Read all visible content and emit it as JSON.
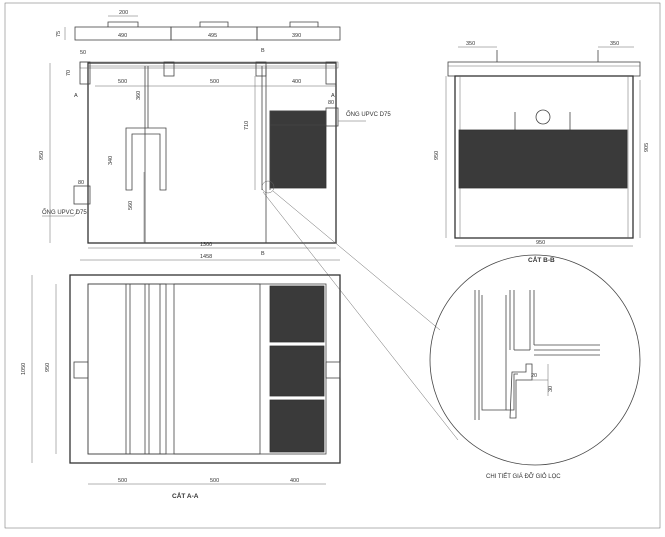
{
  "colors": {
    "paper": "#ffffff",
    "line": "#444444",
    "filter": "#3a3a3a"
  },
  "plan": {
    "caption": "CẮT A-A",
    "dims_bottom": [
      "500",
      "500",
      "400"
    ],
    "dim_outer": "1050",
    "dim_inner": "950"
  },
  "section_top": {
    "dims_lid": [
      "490",
      "495",
      "390"
    ],
    "dim_200": "200",
    "dim_75": "75",
    "dim_50": "50",
    "dim_70": "70",
    "dims_mid": [
      "500",
      "500",
      "400"
    ],
    "dim_950": "950",
    "dim_360": "360",
    "dim_340": "340",
    "dim_560": "560",
    "dim_710": "710",
    "dim_80_left": "80",
    "dim_80_right": "80",
    "dim_1300": "1300",
    "dim_1458": "1458",
    "pipe_in": "ỐNG UPVC D75",
    "pipe_out": "ỐNG UPVC D75",
    "mark_a": "A",
    "mark_b": "B"
  },
  "section_bb": {
    "caption": "CẮT B-B",
    "dim_350_left": "350",
    "dim_350_right": "350",
    "dim_950": "950",
    "dim_905": "905",
    "dim_bottom": "950"
  },
  "detail": {
    "caption": "CHI TIẾT GIÁ ĐỠ GIỎ LỌC",
    "dim_20": "20",
    "dim_30": "30"
  }
}
